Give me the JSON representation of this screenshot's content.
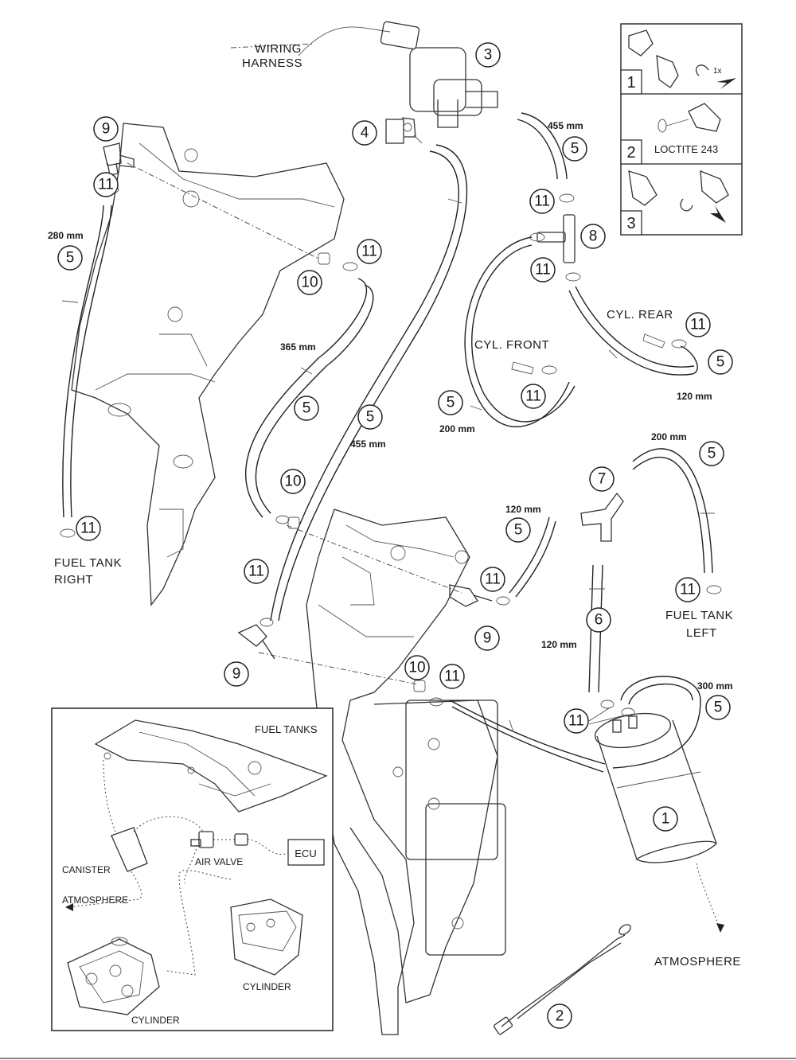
{
  "labels": {
    "wiring_harness_1": "WIRING",
    "wiring_harness_2": "HARNESS",
    "fuel_tank_right_1": "FUEL TANK",
    "fuel_tank_right_2": "RIGHT",
    "fuel_tank_left_1": "FUEL TANK",
    "fuel_tank_left_2": "LEFT",
    "cyl_front": "CYL. FRONT",
    "cyl_rear": "CYL. REAR",
    "atmosphere": "ATMOSPHERE",
    "loctite": "LOCTITE 243",
    "once": "1x"
  },
  "lengths": {
    "l455_top": "455 mm",
    "l280": "280 mm",
    "l365": "365 mm",
    "l455_mid": "455 mm",
    "l200_front": "200 mm",
    "l120_rear": "120 mm",
    "l200_left": "200 mm",
    "l120_mid": "120 mm",
    "l120_6": "120 mm",
    "l300": "300 mm"
  },
  "callouts": {
    "c1": "1",
    "c2": "2",
    "c3": "3",
    "c4": "4",
    "c5": "5",
    "c6": "6",
    "c7": "7",
    "c8": "8",
    "c9": "9",
    "c10": "10",
    "c11": "11"
  },
  "steps": {
    "s1": "1",
    "s2": "2",
    "s3": "3"
  },
  "inset": {
    "fuel_tanks": "FUEL TANKS",
    "ecu": "ECU",
    "canister": "CANISTER",
    "air_valve": "AIR VALVE",
    "atmosphere": "ATMOSPHERE",
    "cylinder_right": "CYLINDER",
    "cylinder_left": "CYLINDER"
  }
}
